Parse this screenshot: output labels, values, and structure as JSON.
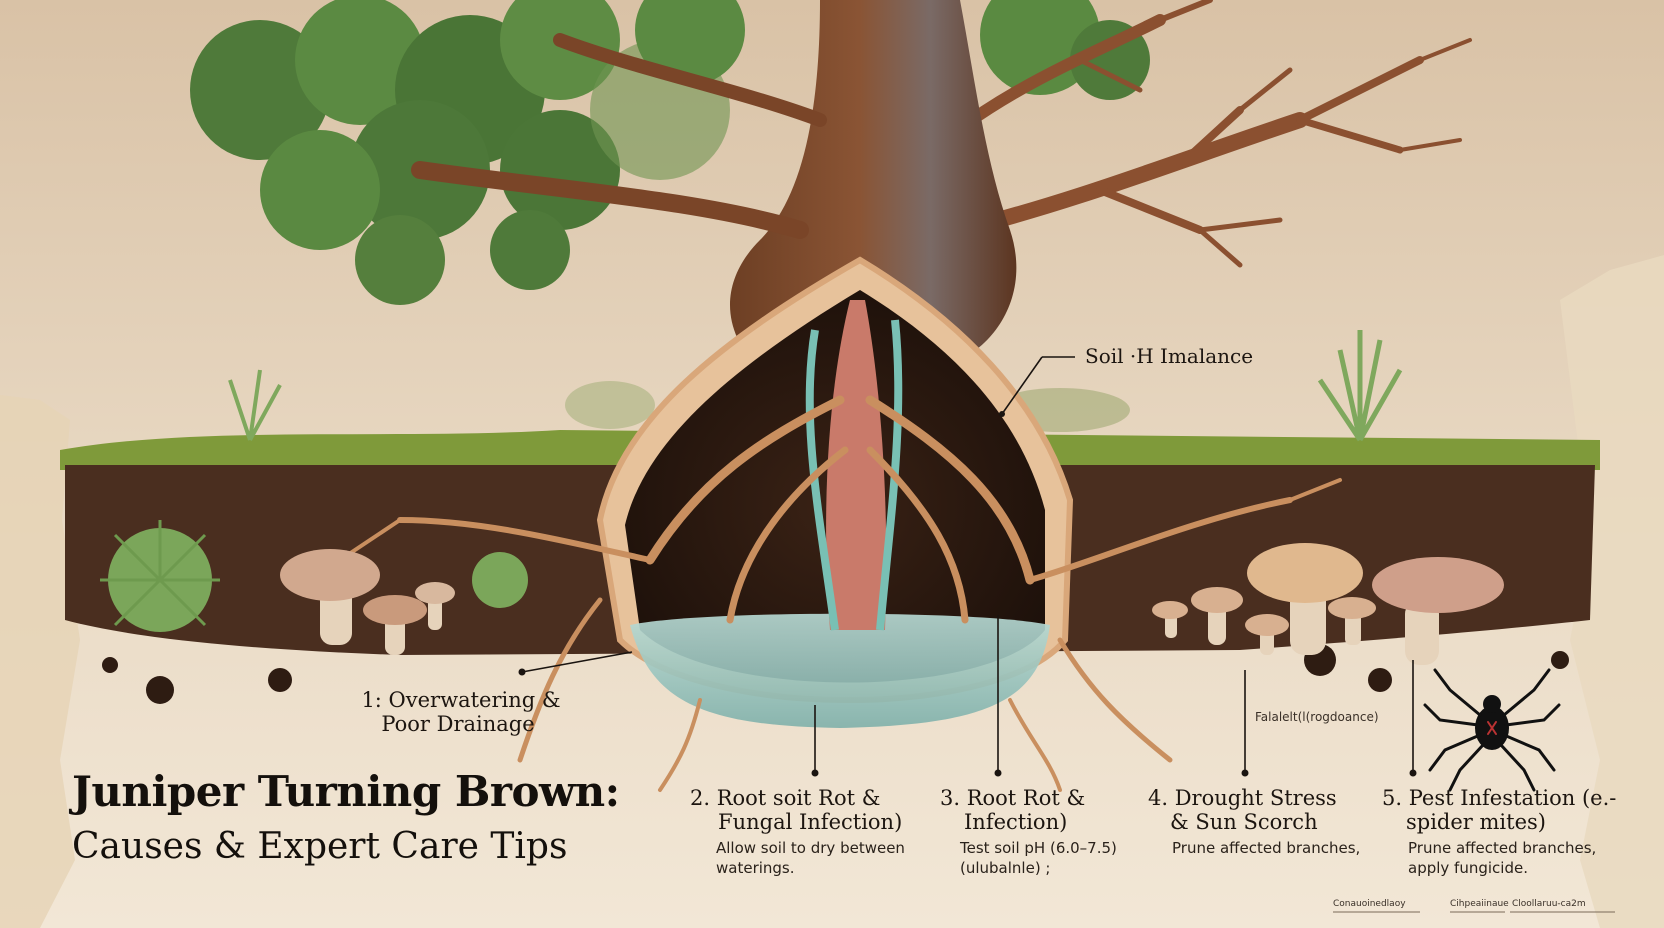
{
  "title": {
    "line1": "Juniper Turning Brown:",
    "line2": "Causes & Expert Care Tips"
  },
  "callout_top": "Soil ·H Imalance",
  "step1": {
    "line1": "1: Overwatering &",
    "line2": "Poor Drainage"
  },
  "step2": {
    "line1": "2. Root soit Rot &",
    "line2": "Fungal Infection)",
    "tip1": "Allow soil to dry between",
    "tip2": "waterings."
  },
  "step3": {
    "line1": "3. Root Rot &",
    "line2": "Infection)",
    "tip1": "Test soil pH (6.0–7.5)",
    "tip2": "(ulubalnle)   ;"
  },
  "step4": {
    "line1": "4. Drought Stress",
    "line2": "& Sun Scorch",
    "tip1": "Prune affected branches,"
  },
  "step5": {
    "line1": "5. Pest Infestation (e.-",
    "line2": "spider mites)",
    "tip1": "Prune affected branches,",
    "tip2": "apply fungicide."
  },
  "small_note": "Falalelt(l(rogdoance)",
  "footer_fine": [
    "Conauoinedlaoy",
    "Cihpeaiinaue",
    "Cloollaruu-ca2m"
  ],
  "colors": {
    "parchment": "#efe2cf",
    "soil": "#4a2e1f",
    "moss": "#7f9a3a",
    "root": "#c98f5f",
    "water": "#9cc7c2",
    "text": "#1c1510"
  }
}
